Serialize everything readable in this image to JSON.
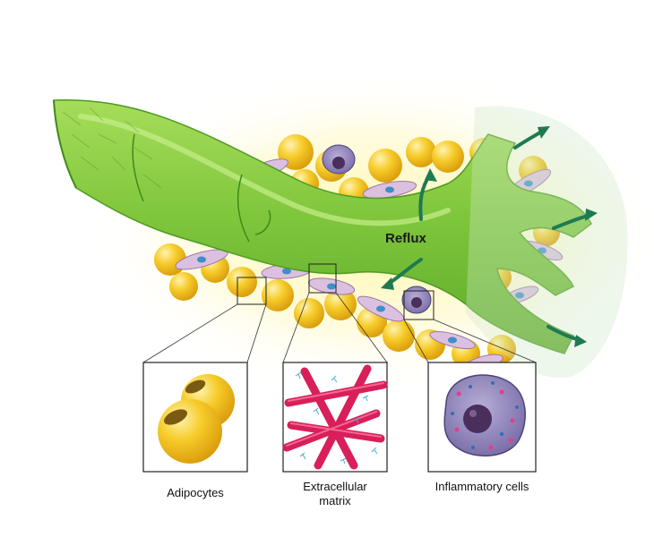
{
  "diagram": {
    "reflux_label": "Reflux",
    "panels": [
      {
        "key": "adipocytes",
        "label": "Adipocytes"
      },
      {
        "key": "ecm",
        "label_line1": "Extracellular",
        "label_line2": "matrix"
      },
      {
        "key": "inflammatory",
        "label": "Inflammatory cells"
      }
    ]
  },
  "colors": {
    "vessel": "#7cc43a",
    "vessel_dark": "#4f9a22",
    "adipocyte": "#f2c21d",
    "fibroblast": "#d9b8dc",
    "fibrin": "#d81f5a",
    "inflammatory_cell": "#8a7fb3",
    "arrow": "#1f7a52",
    "glow": "#fff6a8"
  }
}
